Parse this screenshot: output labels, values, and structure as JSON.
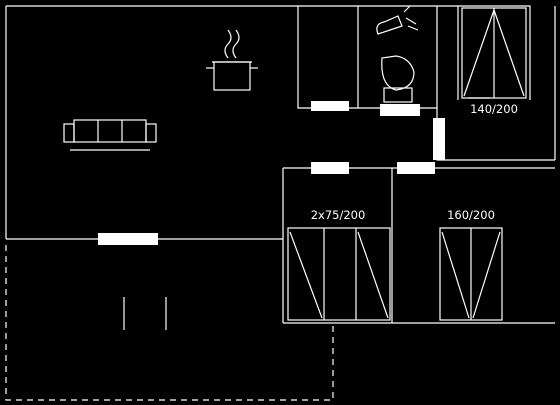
{
  "plan": {
    "background": "#000000",
    "line_color": "#ffffff",
    "labels": {
      "wardrobe_top": "140/200",
      "wardrobe_left": "2x75/200",
      "wardrobe_right": "160/200"
    },
    "icons": [
      "stove-pot-icon",
      "sofa-icon",
      "toilet-icon",
      "shower-icon"
    ]
  }
}
